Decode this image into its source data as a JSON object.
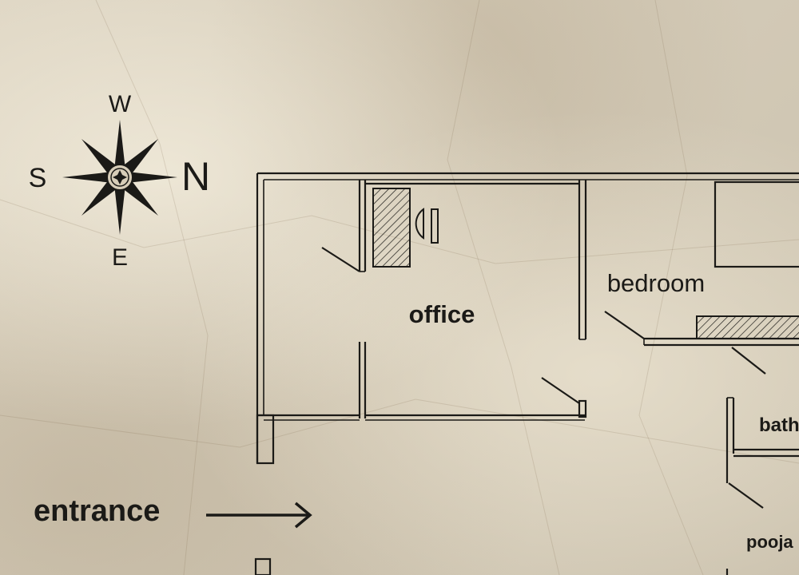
{
  "compass": {
    "north": "N",
    "south": "S",
    "west": "W",
    "east": "E"
  },
  "rooms": {
    "office": "office",
    "bedroom": "bedroom",
    "bath": "bath",
    "pooja": "pooja"
  },
  "entrance": {
    "label": "entrance"
  },
  "colors": {
    "paper": "#d7cdb8",
    "ink": "#1b1a17"
  }
}
